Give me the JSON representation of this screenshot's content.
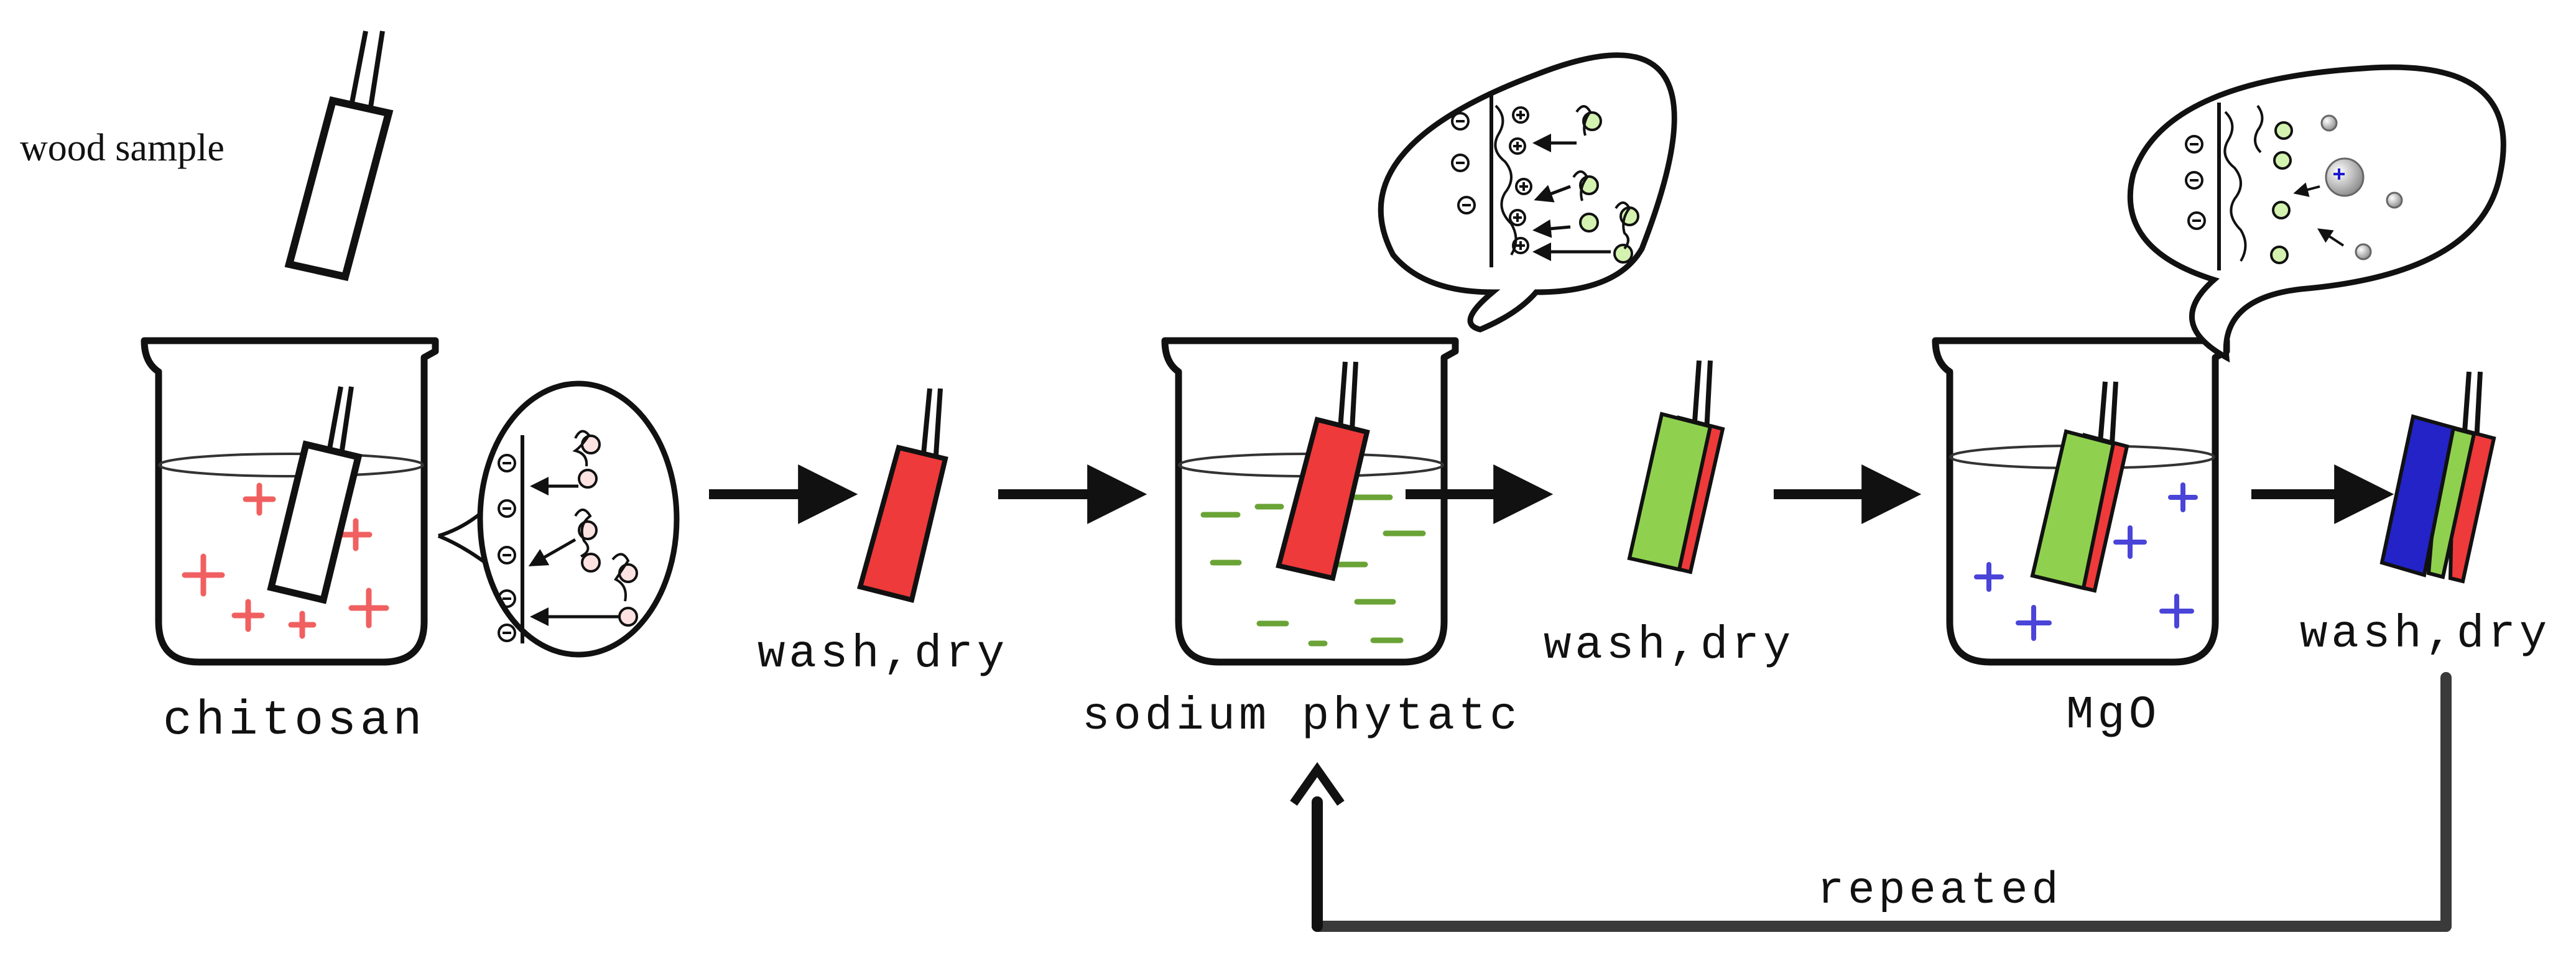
{
  "labels": {
    "wood_sample": "wood sample",
    "chitosan": "chitosan",
    "wash_dry_1": "wash,dry",
    "sodium_phytate": "sodium phytatc",
    "wash_dry_2": "wash,dry",
    "mgo": "MgO",
    "wash_dry_3": "wash,dry",
    "repeated": "repeated"
  },
  "colors": {
    "chitosan_layer": "#ee3a3a",
    "phytate_layer": "#8fd14f",
    "mgo_layer": "#2323c8",
    "chitosan_charge": "#f06060",
    "phytate_charge": "#6aa336",
    "mgo_charge": "#4a44d8",
    "stroke": "#111111",
    "loop_line": "#3a3a3a"
  },
  "icons": [
    "beaker-icon",
    "wood-sample-icon",
    "tweezers-icon",
    "arrow-icon",
    "speech-bubble-icon",
    "ion-sphere-icon"
  ]
}
